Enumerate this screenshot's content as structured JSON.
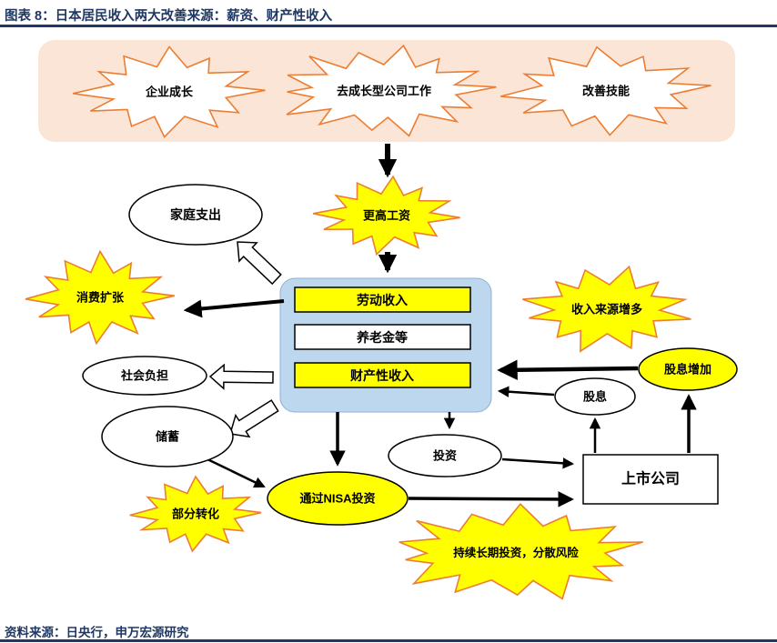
{
  "header": {
    "title": "图表 8：日本居民收入两大改善来源：薪资、财产性收入"
  },
  "footer": {
    "source": "资料来源：日央行，申万宏源研究"
  },
  "colors": {
    "navy": "#1F3864",
    "burst_outline_orange": "#ED7D31",
    "top_panel_fill": "#FBE5D6",
    "center_panel_fill": "#BDD7EE",
    "highlight_yellow": "#FFFF00"
  },
  "diagram": {
    "top_panel": {
      "enterprise_growth": "企业成长",
      "work_at_growth_company": "去成长型公司工作",
      "improve_skills": "改善技能"
    },
    "nodes": {
      "higher_wage": "更高工资",
      "household_expense": "家庭支出",
      "consumption_expansion": "消费扩张",
      "labor_income": "劳动收入",
      "pension_etc": "养老金等",
      "property_income": "财产性收入",
      "more_income_sources": "收入来源增多",
      "social_burden": "社会负担",
      "savings": "储蓄",
      "dividend": "股息",
      "dividend_increase": "股息增加",
      "investment": "投资",
      "nisa_investment": "通过NISA投资",
      "partial_conversion": "部分转化",
      "listed_company": "上市公司",
      "long_term_note": "持续长期投资，分散风险"
    }
  }
}
